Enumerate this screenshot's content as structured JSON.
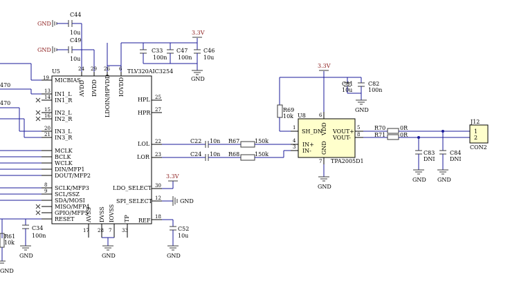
{
  "u5": {
    "ref": "U5",
    "part": "TLV320AIC3254",
    "left_pins": [
      {
        "num": "19",
        "name": "MICBIAS"
      },
      {
        "num": "13",
        "name": "IN1_L"
      },
      {
        "num": "14",
        "name": "IN1_R"
      },
      {
        "num": "15",
        "name": "IN2_L"
      },
      {
        "num": "16",
        "name": "IN2_R"
      },
      {
        "num": "20",
        "name": "IN3_L"
      },
      {
        "num": "21",
        "name": "IN3_R"
      },
      {
        "num": "",
        "name": "MCLK"
      },
      {
        "num": "",
        "name": "BCLK"
      },
      {
        "num": "",
        "name": "WCLK"
      },
      {
        "num": "",
        "name": "DIN/MFP1"
      },
      {
        "num": "",
        "name": "DOUT/MFP2"
      },
      {
        "num": "8",
        "name": "SCLK/MFP3"
      },
      {
        "num": "9",
        "name": "SCL/SSZ"
      },
      {
        "num": "",
        "name": "SDA/MOSI"
      },
      {
        "num": "",
        "name": "MISO/MFP4"
      },
      {
        "num": "",
        "name": "GPIO/MFP5"
      },
      {
        "num": "",
        "name": "RESET"
      }
    ],
    "top_pins": [
      {
        "num": "24",
        "name": "AVDD"
      },
      {
        "num": "29",
        "name": "DVDD"
      },
      {
        "num": "26",
        "name": "LDOIN/HPVDD"
      },
      {
        "num": "6",
        "name": "IOVDD"
      }
    ],
    "right_pins": [
      {
        "num": "25",
        "name": "HPL"
      },
      {
        "num": "27",
        "name": "HPR"
      },
      {
        "num": "22",
        "name": "LOL"
      },
      {
        "num": "23",
        "name": "LOR"
      },
      {
        "num": "30",
        "name": "LDO_SELECT"
      },
      {
        "num": "12",
        "name": "SPI_SELECT"
      },
      {
        "num": "18",
        "name": "REF"
      }
    ],
    "bottom_pins": [
      {
        "num": "17",
        "name": "AVSS"
      },
      {
        "num": "28",
        "name": "DVSS"
      },
      {
        "num": "7",
        "name": "IOVSS"
      },
      {
        "num": "33",
        "name": "TP"
      }
    ]
  },
  "u8": {
    "ref": "U8",
    "part": "TPA2005D1",
    "pins_left": [
      "SH_DN",
      "IN+",
      "IN-"
    ],
    "pins_top": [
      "VDD"
    ],
    "pins_bottom": [
      "GND"
    ],
    "pins_right": [
      "VOUT+",
      "VOUT-"
    ],
    "pin_nums": [
      "1",
      "4",
      "3",
      "6",
      "7",
      "5",
      "8"
    ]
  },
  "j12": {
    "ref": "J12",
    "part": "CON2",
    "pins": [
      "1",
      "2"
    ]
  },
  "caps": {
    "c44": {
      "ref": "C44",
      "val": "10u"
    },
    "c49": {
      "ref": "C49",
      "val": "10u"
    },
    "c33": {
      "ref": "C33",
      "val": "100n"
    },
    "c47": {
      "ref": "C47",
      "val": "100n"
    },
    "c46": {
      "ref": "C46",
      "val": "10u"
    },
    "c81": {
      "ref": "C81",
      "val": "10u"
    },
    "c82": {
      "ref": "C82",
      "val": "100n"
    },
    "c22": {
      "ref": "C22",
      "val": "10n"
    },
    "c24": {
      "ref": "C24",
      "val": "10n"
    },
    "c34": {
      "ref": "C34",
      "val": "100n"
    },
    "c52": {
      "ref": "C52",
      "val": "10u"
    },
    "c83": {
      "ref": "C83",
      "val": "DNI"
    },
    "c84": {
      "ref": "C84",
      "val": "DNI"
    }
  },
  "res": {
    "r69": {
      "ref": "R69",
      "val": "10k"
    },
    "r67": {
      "ref": "R67",
      "val": "150k"
    },
    "r68": {
      "ref": "R68",
      "val": "150k"
    },
    "r70": {
      "ref": "R70",
      "val": "0R"
    },
    "r71": {
      "ref": "R71",
      "val": "0R"
    },
    "r61": {
      "ref": "R61",
      "val": "10k"
    },
    "r_470a": {
      "val": "470"
    },
    "r_470b": {
      "val": "470"
    }
  },
  "nets": {
    "gnd": "GND",
    "v33": "3.3V"
  },
  "colors": {
    "power_label": "#8b1a1a",
    "wire": "#1a1a9a",
    "component": "#3a3a3a"
  }
}
